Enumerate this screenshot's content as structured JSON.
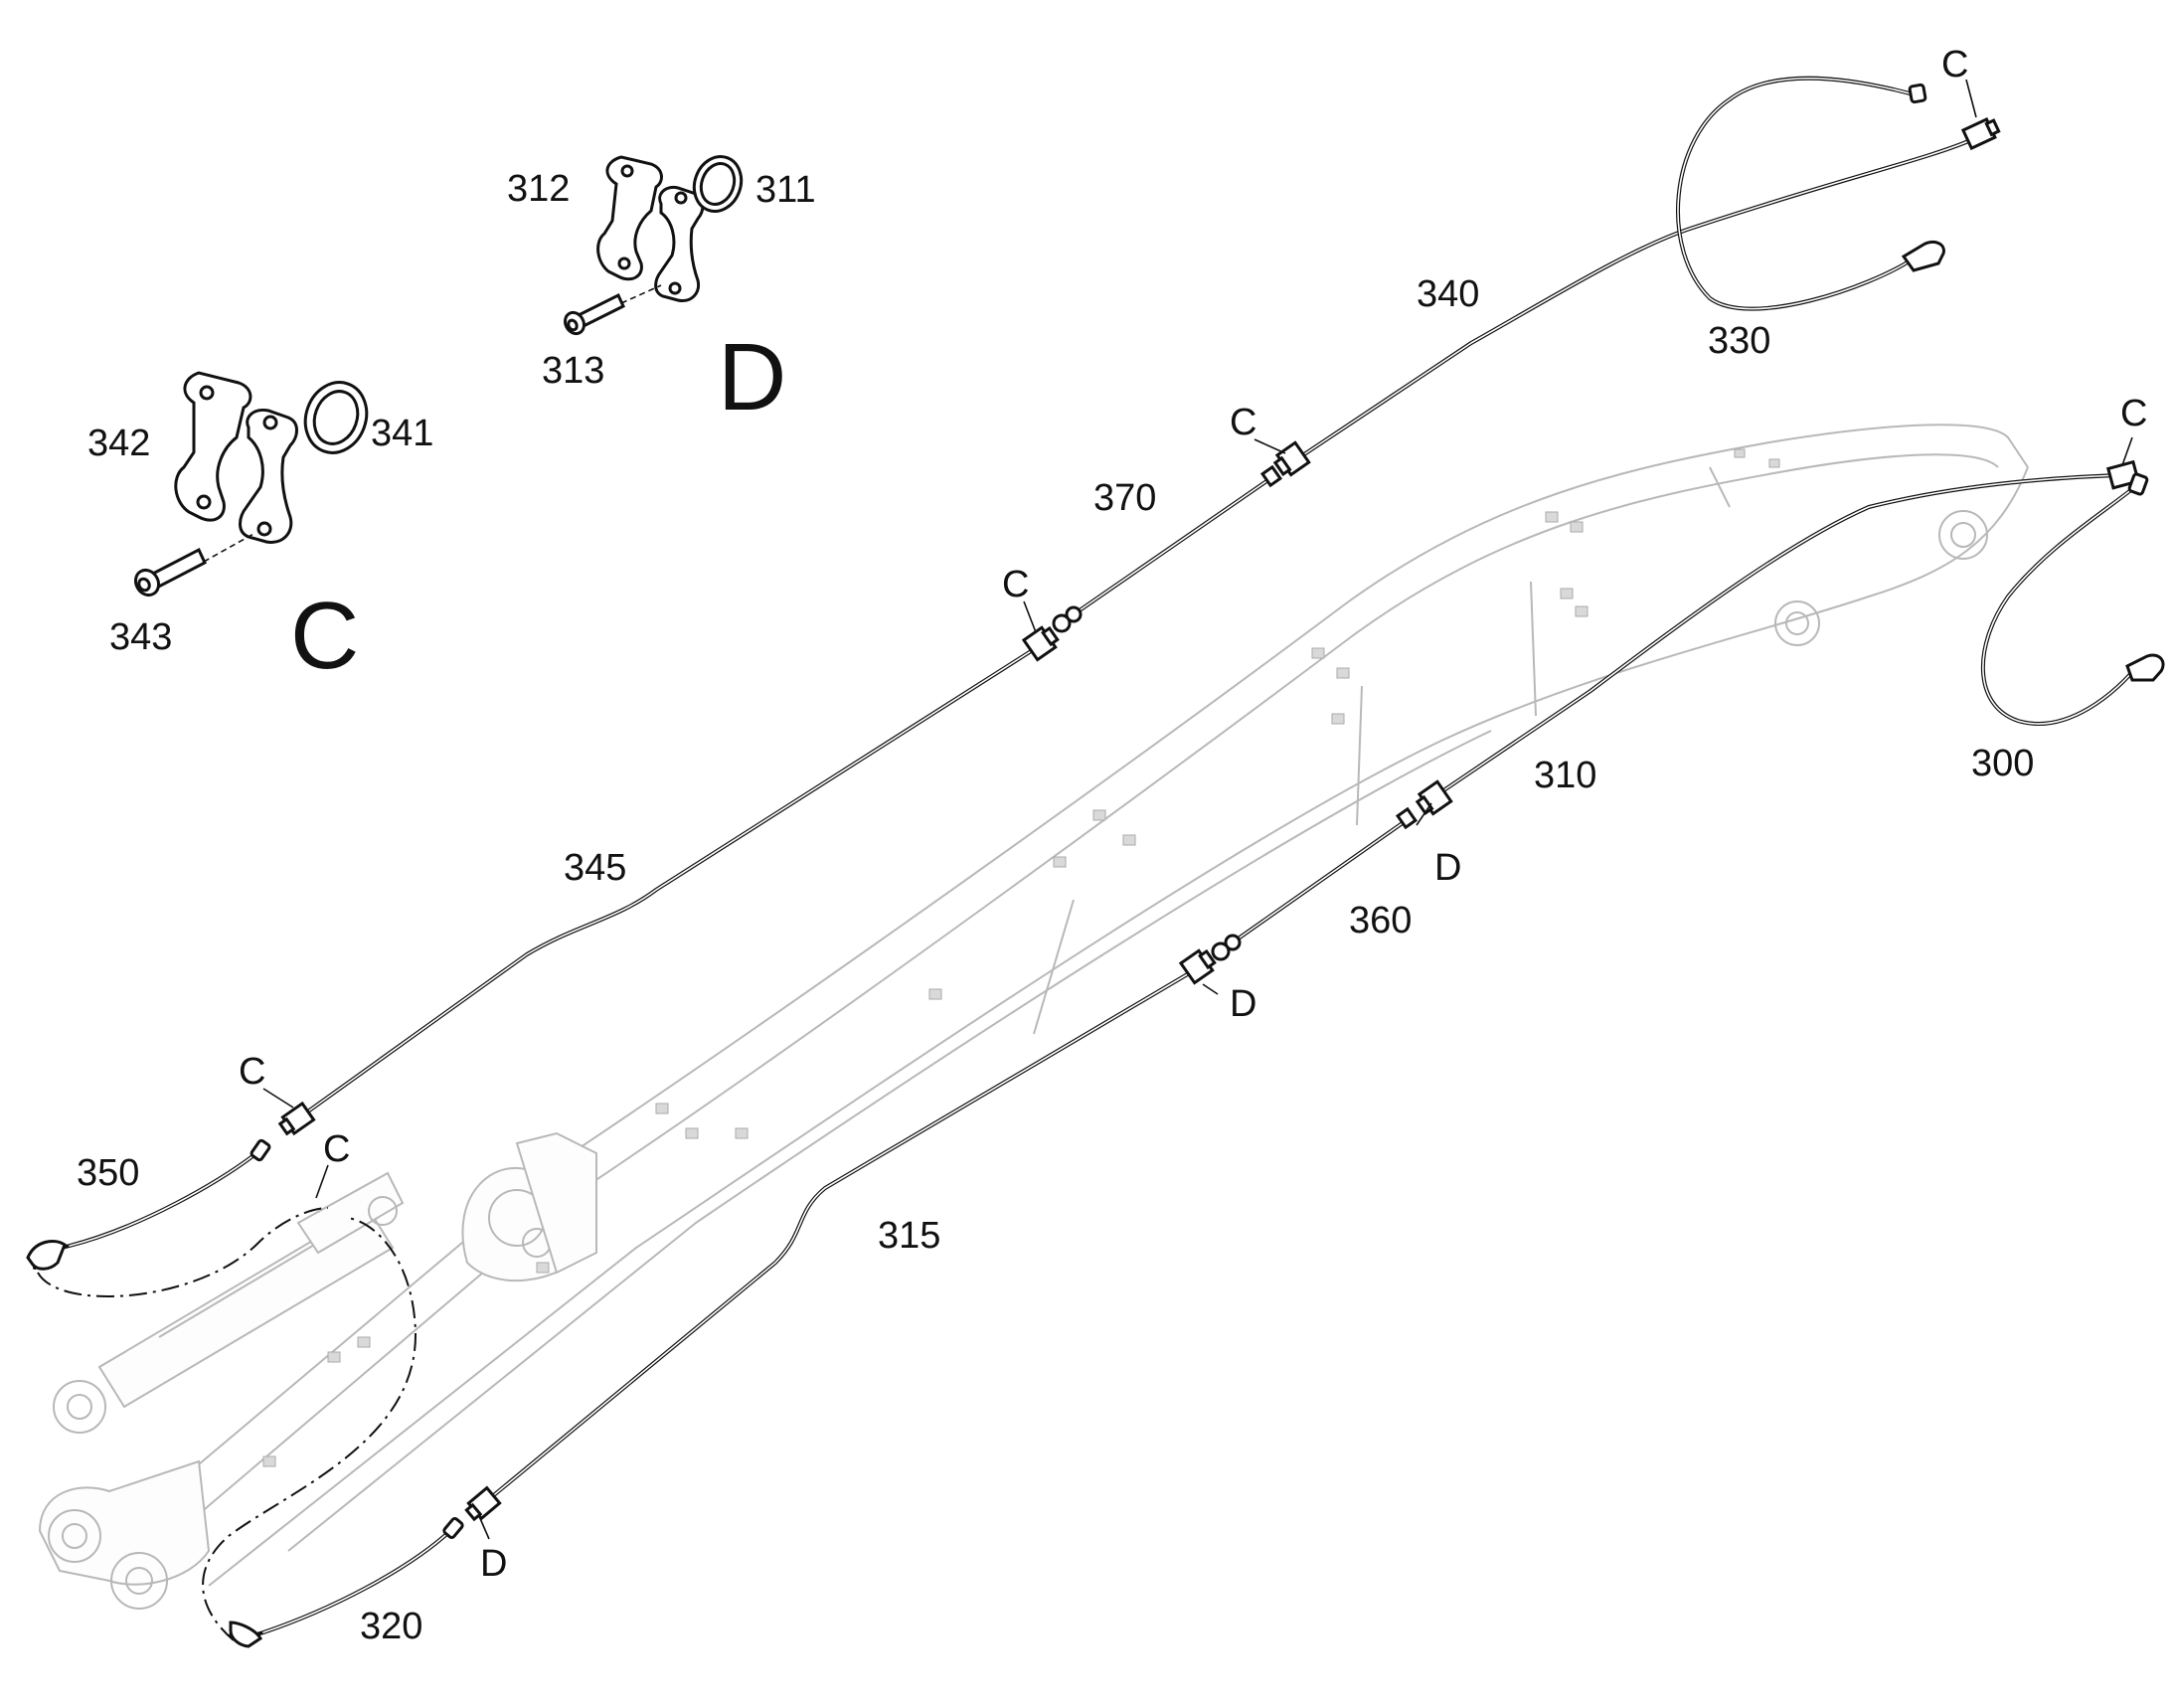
{
  "part_numbers": {
    "p300": "300",
    "p310": "310",
    "p311": "311",
    "p312": "312",
    "p313": "313",
    "p315": "315",
    "p320": "320",
    "p330": "330",
    "p340": "340",
    "p341": "341",
    "p342": "342",
    "p343": "343",
    "p345": "345",
    "p350": "350",
    "p360": "360",
    "p370": "370"
  },
  "detail_labels": {
    "c": "C",
    "d": "D"
  },
  "callouts": {
    "c": "C",
    "d": "D"
  }
}
